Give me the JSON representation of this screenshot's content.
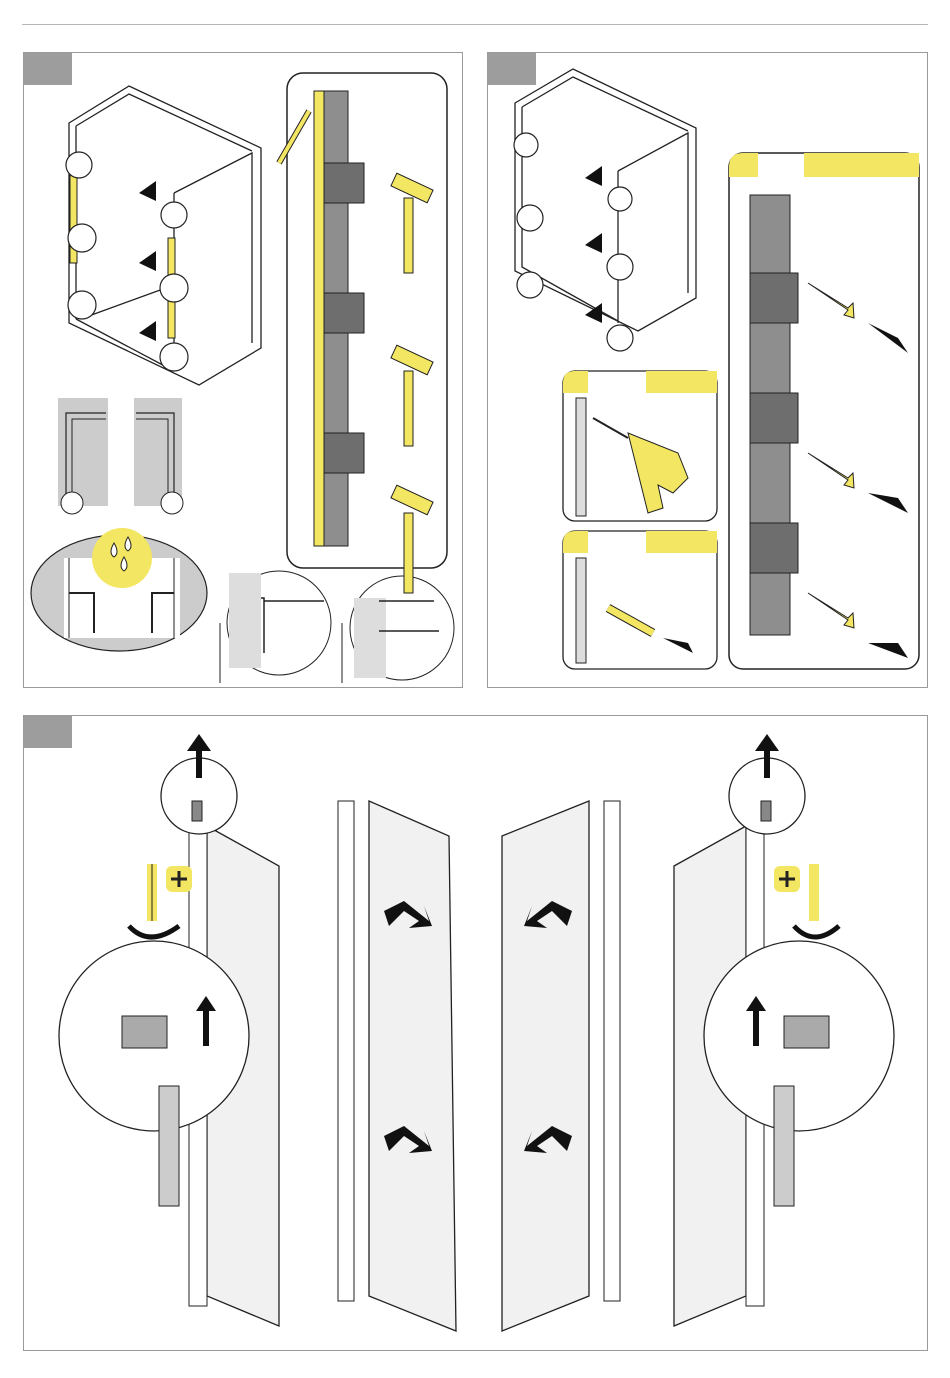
{
  "page": {
    "title": "",
    "steps": [
      {
        "id": "step-1",
        "label": ""
      },
      {
        "id": "step-2",
        "label": ""
      },
      {
        "id": "step-3",
        "label": ""
      }
    ]
  },
  "colors": {
    "accent_yellow": "#f3e663",
    "line": "#222222",
    "panel_border": "#9a9a9a",
    "badge_grey": "#9d9d9d",
    "profile_grey": "#8e8e8e",
    "glass": "#f1f1f1"
  },
  "icons": {
    "water_drops": "water-drops-icon",
    "drill": "drill-icon",
    "hammer": "hammer-icon",
    "screwdriver": "screwdriver-icon",
    "phillips": "phillips-plus-icon",
    "arrows": "direction-arrow-icon"
  }
}
